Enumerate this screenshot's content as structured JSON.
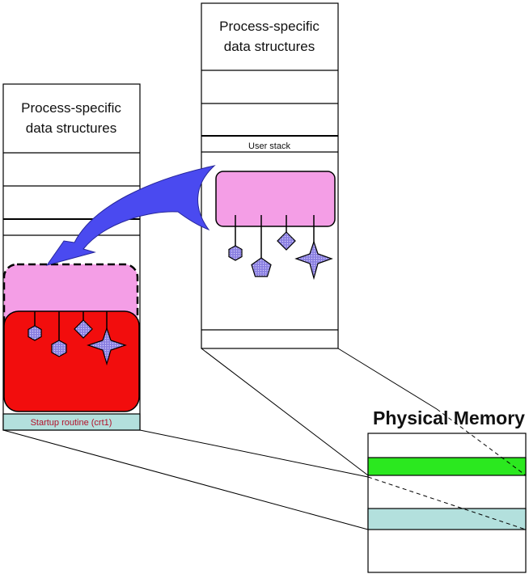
{
  "left_process": {
    "title_line1": "Process-specific",
    "title_line2": "data structures",
    "startup_label": "Startup routine (crt1)"
  },
  "right_process": {
    "title_line1": "Process-specific",
    "title_line2": "data structures",
    "user_stack_label": "User stack"
  },
  "physical_memory": {
    "title": "Physical Memory"
  },
  "colors": {
    "arrow": "#4a4af0",
    "pink": "#f49ee6",
    "red": "#f20d0d",
    "green": "#2be81f",
    "teal": "#b3e0dd",
    "shape_fill": "#8a7fe0"
  }
}
